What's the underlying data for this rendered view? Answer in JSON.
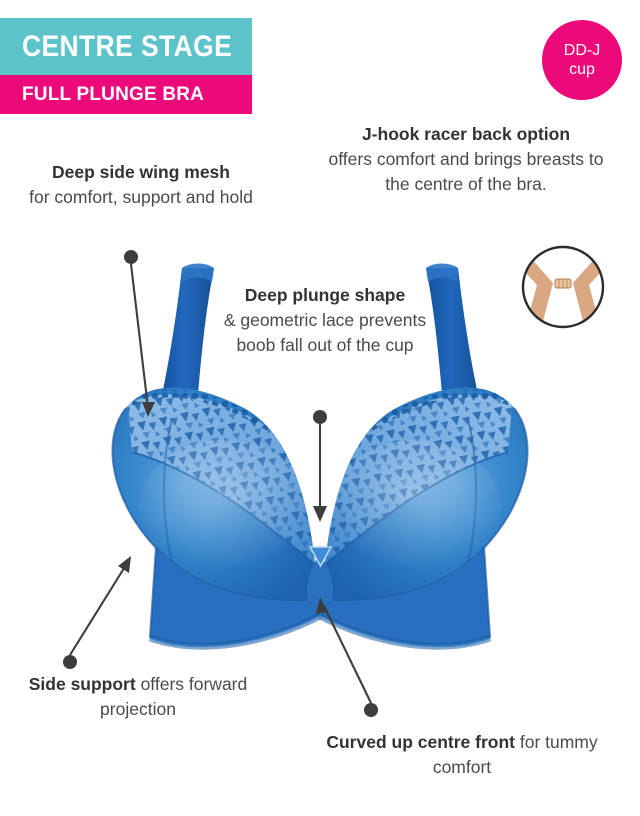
{
  "header": {
    "title": "CENTRE STAGE",
    "subtitle": "FULL PLUNGE BRA"
  },
  "badge": {
    "name": "cup-size-badge",
    "line1": "DD-J",
    "line2": "cup",
    "color": "#ec0a7b"
  },
  "annotations": [
    {
      "id": "deep-side-wing-mesh",
      "lead": "Deep side wing mesh",
      "rest": "for comfort, support and hold"
    },
    {
      "id": "j-hook-racer-back",
      "lead": "J-hook racer back option",
      "rest": "offers comfort and brings breasts to the centre of the bra."
    },
    {
      "id": "deep-plunge-shape",
      "lead": "Deep plunge shape",
      "rest": "& geometric lace prevents boob fall out of the cup"
    },
    {
      "id": "side-support",
      "lead": "Side support",
      "rest": " offers forward projection"
    },
    {
      "id": "curved-up-centre-front",
      "lead": "Curved up centre front",
      "rest": " for tummy comfort"
    }
  ],
  "icons": {
    "jhook": "j-hook-racer-back-icon"
  },
  "colors": {
    "teal_banner": "#5cc3cb",
    "pink_banner": "#ec0a7b",
    "bra_strap_blue": "#1a5fb4",
    "bra_mesh_blue": "#2f7fc4",
    "bra_lace_light": "#9ec3e8",
    "text_dark": "#333333",
    "leader_line": "#3d3d3d",
    "jhook_strap": "#d9a882"
  }
}
